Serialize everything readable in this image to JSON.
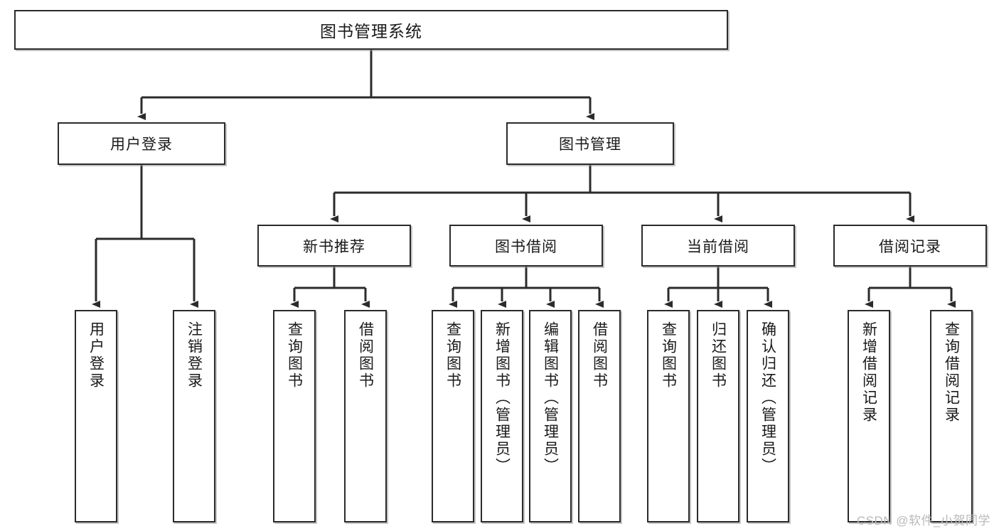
{
  "diagram": {
    "title": "图书管理系统",
    "type": "tree",
    "style": {
      "box_border_color": "#2b2b2b",
      "box_fill": "#ffffff",
      "line_color": "#2b2b2b",
      "text_color": "#1a1a1a",
      "watermark_color": "#b9b9b9"
    },
    "watermark": "CSDN @软件_小贺同学",
    "nodes": {
      "root": {
        "label": "图书管理系统"
      },
      "level1": [
        {
          "id": "user-login",
          "label": "用户登录"
        },
        {
          "id": "book-manage",
          "label": "图书管理"
        }
      ],
      "level2": [
        {
          "id": "new-book-recommend",
          "label": "新书推荐"
        },
        {
          "id": "book-borrow",
          "label": "图书借阅"
        },
        {
          "id": "current-borrow",
          "label": "当前借阅"
        },
        {
          "id": "borrow-record",
          "label": "借阅记录"
        }
      ],
      "leaves": [
        {
          "id": "leaf-user-login",
          "label": "用户登录",
          "parent": "user-login"
        },
        {
          "id": "leaf-logout-login",
          "label": "注销登录",
          "parent": "user-login"
        },
        {
          "id": "leaf-query-book-1",
          "label": "查询图书",
          "parent": "new-book-recommend"
        },
        {
          "id": "leaf-borrow-book-1",
          "label": "借阅图书",
          "parent": "new-book-recommend"
        },
        {
          "id": "leaf-query-book-2",
          "label": "查询图书",
          "parent": "book-borrow"
        },
        {
          "id": "leaf-add-book",
          "label": "新增图书（管理员）",
          "parent": "book-borrow"
        },
        {
          "id": "leaf-edit-book",
          "label": "编辑图书（管理员）",
          "parent": "book-borrow"
        },
        {
          "id": "leaf-borrow-book-2",
          "label": "借阅图书",
          "parent": "book-borrow"
        },
        {
          "id": "leaf-query-book-3",
          "label": "查询图书",
          "parent": "current-borrow"
        },
        {
          "id": "leaf-return-book",
          "label": "归还图书",
          "parent": "current-borrow"
        },
        {
          "id": "leaf-confirm-return",
          "label": "确认归还（管理员）",
          "parent": "current-borrow"
        },
        {
          "id": "leaf-add-record",
          "label": "新增借阅记录",
          "parent": "borrow-record"
        },
        {
          "id": "leaf-query-record",
          "label": "查询借阅记录",
          "parent": "borrow-record"
        }
      ]
    }
  }
}
